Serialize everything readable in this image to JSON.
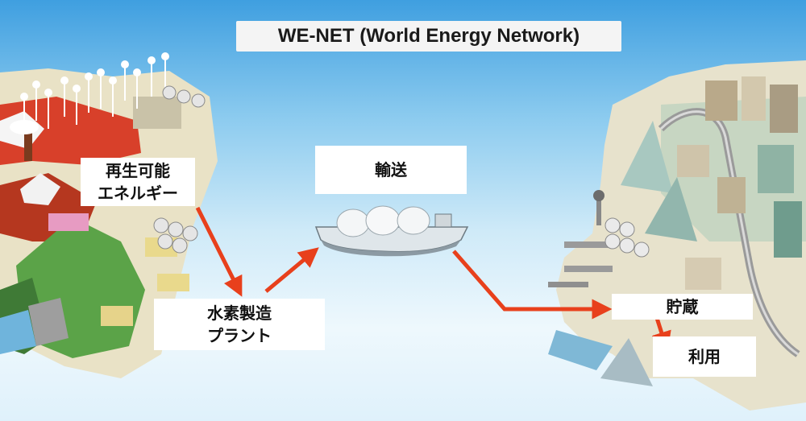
{
  "title": "WE-NET (World Energy Network)",
  "nodes": {
    "renewable": {
      "line1": "再生可能",
      "line2": "エネルギー"
    },
    "hydrogen_plant": {
      "line1": "水素製造",
      "line2": "プラント"
    },
    "transport": {
      "label": "輸送"
    },
    "storage": {
      "label": "貯蔵"
    },
    "usage": {
      "label": "利用"
    }
  },
  "colors": {
    "arrow": "#e8401c",
    "sky_top": "#3f9fe0",
    "sky_bottom": "#dff1fb",
    "label_bg": "#ffffff"
  },
  "icons": [
    "wind-turbine-icon",
    "factory-icon",
    "lng-ship-icon",
    "city-icon",
    "storage-tank-icon"
  ]
}
